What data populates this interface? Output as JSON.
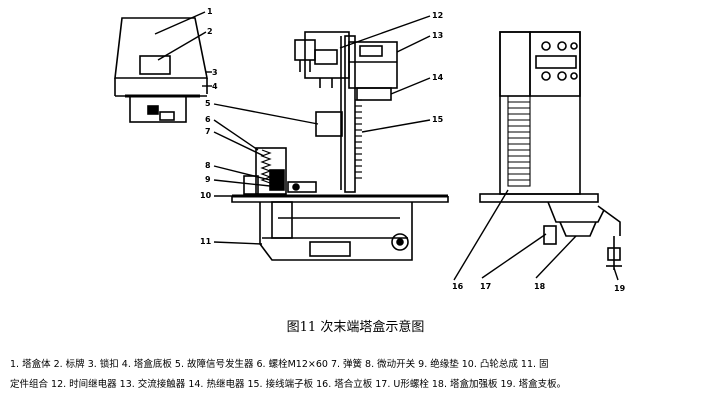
{
  "figure": {
    "caption": "图11   次末端塔盒示意图",
    "callouts": [
      "1",
      "2",
      "3",
      "4",
      "5",
      "6",
      "7",
      "8",
      "9",
      "10",
      "11",
      "12",
      "13",
      "14",
      "15",
      "16",
      "17",
      "18",
      "19"
    ],
    "legend": {
      "line1": "1. 塔盒体  2. 标牌  3. 锁扣  4. 塔盒底板  5. 故障信号发生器  6. 螺栓M12×60  7. 弹簧  8. 微动开关 9. 绝缘垫  10. 凸轮总成  11. 固",
      "line2": "定件组合  12. 时间继电器  13. 交流接触器  14. 热继电器  15. 接线端子板  16. 塔合立板  17. U形螺栓  18. 塔盒加强板  19. 塔盒支板。"
    }
  }
}
